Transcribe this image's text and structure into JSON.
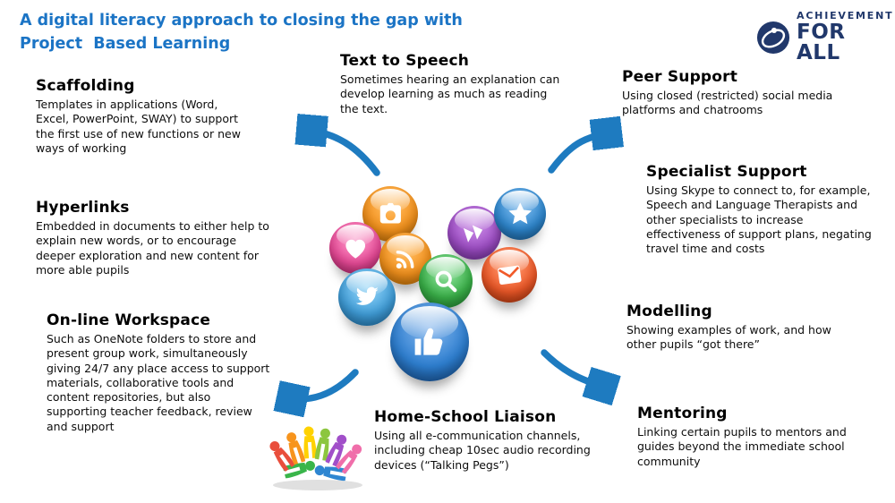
{
  "title": {
    "line1": "A digital literacy approach to closing the gap with",
    "line2": "Project  Based Learning"
  },
  "logo": {
    "line1": "ACHIEVEMENT",
    "line2": "FOR ALL"
  },
  "sections": {
    "scaffolding": {
      "heading": "Scaffolding",
      "body": "Templates in applications (Word, Excel, PowerPoint, SWAY) to support the first use of new functions or new ways of working"
    },
    "text_to_speech": {
      "heading": "Text to Speech",
      "body": "Sometimes hearing an explanation can develop learning as much as reading the text."
    },
    "peer_support": {
      "heading": "Peer Support",
      "body": "Using closed (restricted) social media platforms and chatrooms"
    },
    "specialist_support": {
      "heading": "Specialist Support",
      "body": "Using Skype to connect to, for example, Speech and Language Therapists and other specialists to increase effectiveness of support plans, negating travel time and costs"
    },
    "hyperlinks": {
      "heading": "Hyperlinks",
      "body": "Embedded in documents to either help to explain new words, or to encourage deeper exploration and new content for more able pupils"
    },
    "online_workspace": {
      "heading": "On-line Workspace",
      "body": "Such as OneNote folders to store and present group work, simultaneously giving 24/7 any place access to support materials, collaborative tools and content repositories, but also supporting teacher feedback, review and support"
    },
    "modelling": {
      "heading": "Modelling",
      "body": "Showing examples of work, and how other pupils “got there”"
    },
    "mentoring": {
      "heading": "Mentoring",
      "body": "Linking certain pupils to mentors and guides beyond the immediate school community"
    },
    "home_school_liaison": {
      "heading": "Home-School Liaison",
      "body": "Using all e-communication channels, including cheap 10sec audio recording devices (“Talking Pegs”)"
    }
  },
  "center": {
    "icons": [
      "camera-icon",
      "heart-icon",
      "fast-forward-icon",
      "star-icon",
      "rss-icon",
      "search-icon",
      "envelope-icon",
      "twitter-bird-icon",
      "thumbs-up-icon"
    ]
  },
  "pegs": {
    "name": "talking-pegs-cluster",
    "colors": [
      "#E94E3C",
      "#F7941D",
      "#FFD200",
      "#8CC63F",
      "#A14FC9",
      "#F06EAA",
      "#39B54A",
      "#2E86D1"
    ]
  },
  "colors": {
    "title_blue": "#1B74C5",
    "arrow_blue": "#1E7BC0",
    "logo_navy": "#21386B",
    "bubble_camera": "#F7941D",
    "bubble_heart": "#EE4C9B",
    "bubble_fast_forward": "#A14FC9",
    "bubble_star": "#2F8AD3",
    "bubble_rss": "#F7941D",
    "bubble_envelope": "#F15A29",
    "bubble_search": "#3BB54A",
    "bubble_twitter": "#41A0DC",
    "bubble_thumbs_up": "#2E7FD0"
  }
}
